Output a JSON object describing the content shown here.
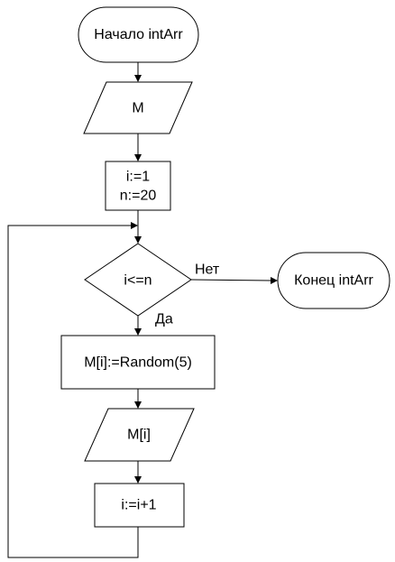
{
  "flowchart": {
    "start_label": "Начало intArr",
    "input_array_label": "M",
    "init_line_1": "i:=1",
    "init_line_2": "n:=20",
    "condition_label": "i<=n",
    "no_branch_label": "Нет",
    "yes_branch_label": "Да",
    "end_label": "Конец intArr",
    "assign_label": "M[i]:=Random(5)",
    "output_element_label": "M[i]",
    "increment_label": "i:=i+1"
  },
  "colors": {
    "stroke": "#000000",
    "fill": "#ffffff",
    "text": "#000000"
  }
}
